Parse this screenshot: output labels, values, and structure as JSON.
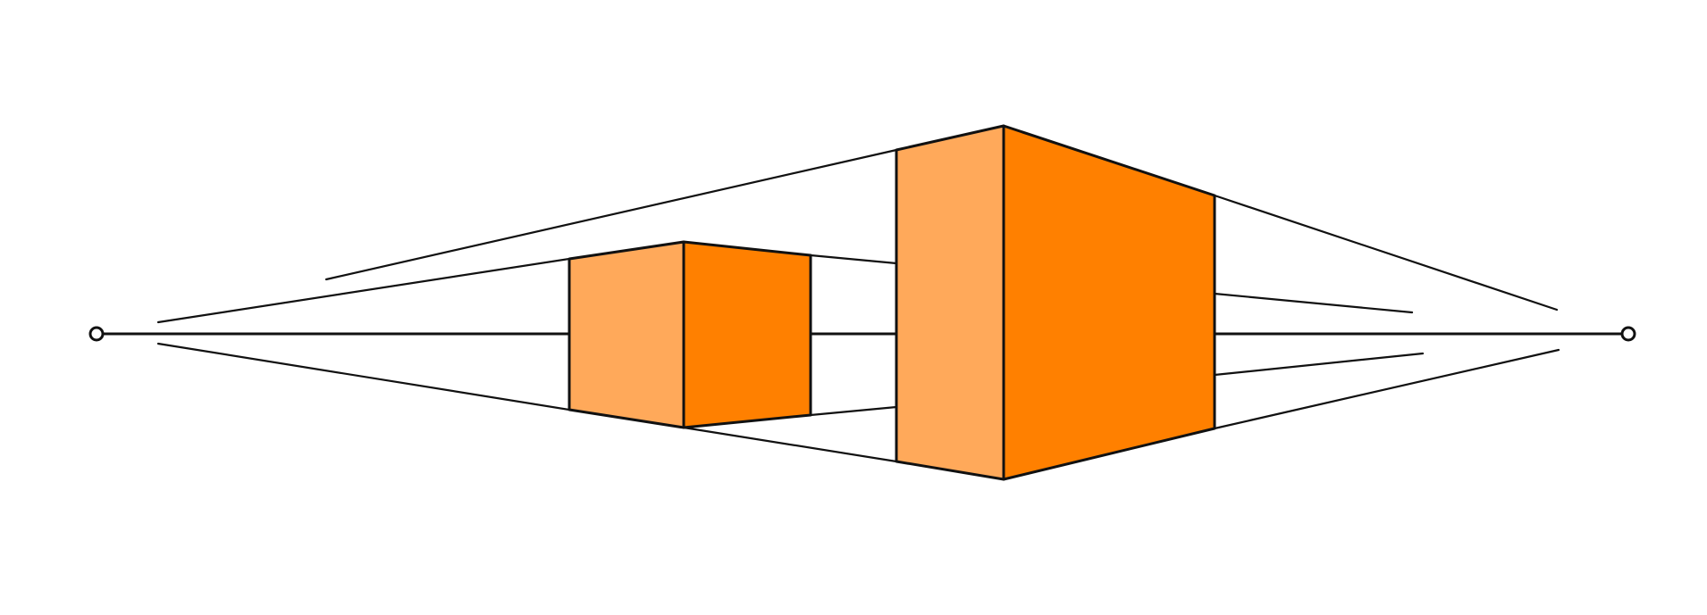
{
  "colors": {
    "background": "#ffffff",
    "line": "#111111",
    "light_face": "#ffa95a",
    "dark_face": "#ff8000"
  },
  "vanishing_points": [
    "left-vanishing-point",
    "right-vanishing-point"
  ],
  "boxes": [
    {
      "name": "small-box",
      "faces": [
        "left-face-light",
        "right-face-dark"
      ]
    },
    {
      "name": "tall-box",
      "faces": [
        "left-face-light",
        "right-face-dark"
      ]
    }
  ]
}
